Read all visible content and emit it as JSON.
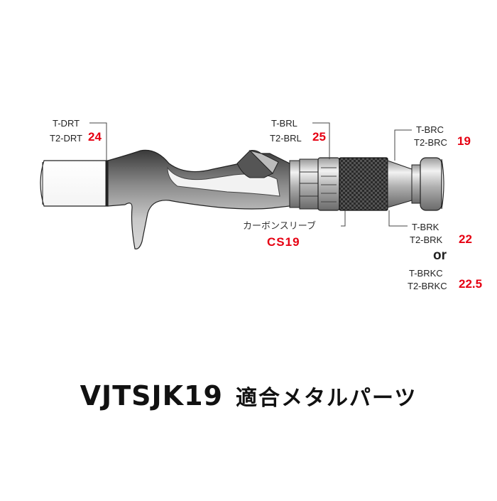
{
  "labels": {
    "drt": {
      "code1": "T-DRT",
      "code2": "T2-DRT",
      "size": "24"
    },
    "brl": {
      "code1": "T-BRL",
      "code2": "T2-BRL",
      "size": "25"
    },
    "brc": {
      "code1": "T-BRC",
      "code2": "T2-BRC",
      "size": "19"
    },
    "brk": {
      "code1": "T-BRK",
      "code2": "T2-BRK",
      "size": "22"
    },
    "or": "or",
    "brkc": {
      "code1": "T-BRKC",
      "code2": "T2-BRKC",
      "size": "22.5"
    },
    "sleeve": {
      "name": "カーボンスリーブ",
      "code": "CS19"
    }
  },
  "title": {
    "model": "VJTSJK19",
    "subtitle": "適合メタルパーツ"
  },
  "colors": {
    "accent": "#e60012",
    "text": "#222222"
  }
}
